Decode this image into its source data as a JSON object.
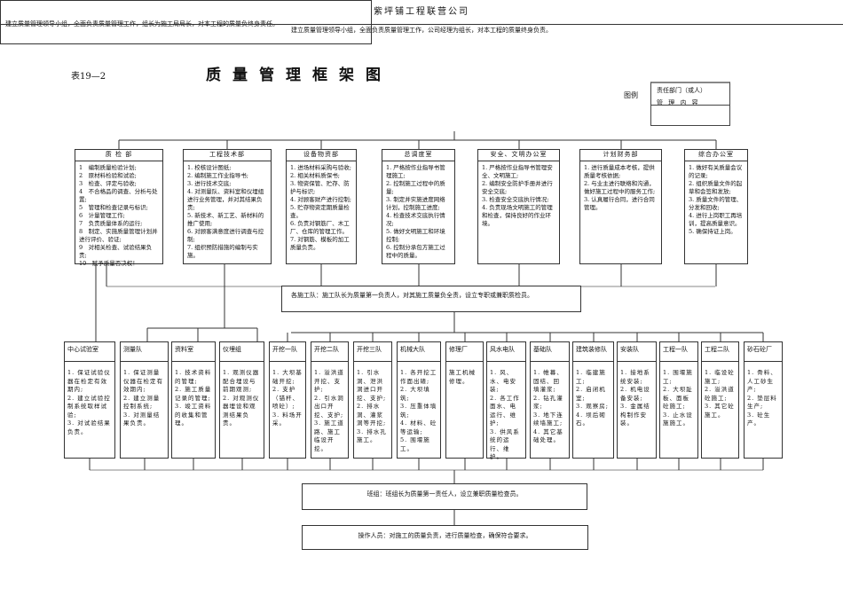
{
  "header": {
    "table_no": "表19—2",
    "title": "质量管理框架图"
  },
  "company": {
    "name": "紫坪铺工程联营公司",
    "struck_text": "建立质量管理领导小组，全面负责质量管理工作，组长为施工局局长，对本工程的质量负终身责任。",
    "leadership_text": "建立质量管理领导小组，全面负责质量管理工作，公司经理为组长，对本工程的质量终身负责。"
  },
  "legend": {
    "label": "图例",
    "dept_line": "责任部门（或人）",
    "content_line": "管 理 内 容"
  },
  "departments": [
    {
      "name": "质 检 部",
      "items": [
        "1　编制质量检验计划;",
        "2　原材料检验和试验;",
        "3　检查、评定与验收;",
        "4　不合格品的调查、分析与处置;",
        "5　管理和检查记录与标识;",
        "6　计量管理工作;",
        "7　负责质量体系的运行;",
        "8　制定、实施质量管理计划并进行评价、验证;",
        "9　对相关检查、试验结果负责;",
        "10　赋予质量否决权！"
      ]
    },
    {
      "name": "工程技术部",
      "items": [
        "1. 校核设计图纸;",
        "2. 编制施工作业指导书;",
        "3. 进行技术交底;",
        "4. 对测量队、资料室和仪埋组进行业务管理，并对其结果负责;",
        "5. 新技术、新工艺、新材料的推广使用;",
        "6. 对顾客满意度进行调查与控制;",
        "7. 组织预防措施的编制与实施。"
      ]
    },
    {
      "name": "设备物资部",
      "items": [
        "1. 进场材料采购与验收;",
        "2. 相关材料质保书;",
        "3. 物资保管、贮存、防护与标识;",
        "4. 对顾客财产进行控制;",
        "5. 贮存物资定期质量检查。",
        "6. 负责对钢筋厂、木工厂、仓库的管理工作。",
        "7. 对钢筋、模板的加工质量负责。"
      ]
    },
    {
      "name": "总调度室",
      "items": [
        "1. 严格按作业指导书管理施工;",
        "2. 控制施工过程中的质量;",
        "3. 制定并实施进度网络计划，控制施工进度;",
        "4. 检查技术交底执行情况;",
        "5. 做好文明施工和环境控制;",
        "6. 控制分承包方施工过程中的质量。"
      ]
    },
    {
      "name": "安全、文明办公室",
      "items": [
        "1. 严格按作业指导书管理安全、文明施工;",
        "2. 编制安全防护手册并进行安全交底;",
        "3. 检查安全交底执行情况;",
        "4. 负责现场文明施工的管理和检查，保持良好的作业环境。"
      ]
    },
    {
      "name": "计划财务部",
      "items": [
        "1. 进行质量成本考核，提供质量考核依据;",
        "2. 与业主进行联络和沟通，做好施工过程中的服务工作;",
        "3. 认真履行合同，进行合同管理。"
      ]
    },
    {
      "name": "综合办公室",
      "items": [
        "1. 做好有关质量会议的记录;",
        "2. 组织质量文件的起草和会签和发放;",
        "3. 质量文件的管理、分发和回收;",
        "4. 进行上岗职工再培训，提高质量意识。",
        "5. 确保持证上岗。"
      ]
    }
  ],
  "team_note": "各施工队：施工队长为质量第一负责人，对其施工质量负全责，设立专职或兼职质检员。",
  "teams": [
    {
      "name": "中心试验室",
      "items": [
        "1. 保证试验仪器在检定有效期内;",
        "2. 建立试验控制系统取样试验;",
        "3. 对试验结果负责。"
      ]
    },
    {
      "name": "测量队",
      "items": [
        "1. 保证测量仪器在检定有效期内;",
        "2. 建立测量控制系统;",
        "3. 对测量结果负责。"
      ]
    },
    {
      "name": "资料室",
      "items": [
        "1. 技术资料的管理;",
        "2. 施工质量记录的管理;",
        "3. 竣工资料的收集和管理。"
      ]
    },
    {
      "name": "仪埋组",
      "items": [
        "1. 观测仪器配合埋设与前期观测;",
        "2. 对观测仪器埋设和观测结果负责。"
      ]
    },
    {
      "name": "开挖一队",
      "items": [
        "1. 大坝基础开挖;",
        "2. 支护（锚杆、喷砼）;",
        "3. 料场开采。"
      ]
    },
    {
      "name": "开挖二队",
      "items": [
        "1. 溢洪道开挖、支护;",
        "2. 引水洞出口开挖、支护;",
        "3. 施工道路、施工临设开挖。"
      ]
    },
    {
      "name": "开挖三队",
      "items": [
        "1. 引水洞、泄洪洞进口开挖、支护;",
        "2. 排水洞、灌浆洞等开挖;",
        "3. 排水孔施工。"
      ]
    },
    {
      "name": "机械大队",
      "items": [
        "1. 各开挖工作面出碴;",
        "2. 大坝填筑;",
        "3. 压重体填筑;",
        "4. 材料、砼等运输;",
        "5. 围堰施工。"
      ]
    },
    {
      "name": "修理厂",
      "items": [
        "施工机械修理。"
      ]
    },
    {
      "name": "风水电队",
      "items": [
        "1. 风、水、电安装;",
        "2. 各工作面水、电运行、维护;",
        "3. 供风系统的运行、维护。"
      ]
    },
    {
      "name": "基础队",
      "items": [
        "1. 帷幕、固结、回填灌浆;",
        "2. 钻孔灌浆;",
        "3. 地下连续墙施工;",
        "4. 其它基础处理。"
      ]
    },
    {
      "name": "建筑装修队",
      "items": [
        "1. 临建施工;",
        "2. 启闭机室;",
        "3. 观察房;",
        "4. 坝后砌石。"
      ]
    },
    {
      "name": "安装队",
      "items": [
        "1. 接地系统安装;",
        "2. 机电设备安装;",
        "3. 金属结构制作安装。"
      ]
    },
    {
      "name": "工程一队",
      "items": [
        "1. 围堰施工;",
        "2. 大坝趾板、面板砼施工;",
        "3. 止水设施施工。"
      ]
    },
    {
      "name": "工程二队",
      "items": [
        "1. 临设砼施工;",
        "2. 溢洪道砼施工;",
        "3. 其它砼施工。"
      ]
    },
    {
      "name": "砂石砼厂",
      "items": [
        "1. 骨料、人工砂生产;",
        "2. 垫层料生产;",
        "3. 砼生产。"
      ]
    }
  ],
  "group_note": "班组：班组长为质量第一责任人，设立兼职质量检查员。",
  "operator_note": "操作人员：对施工的质量负责，进行质量检查，确保符合要求。"
}
